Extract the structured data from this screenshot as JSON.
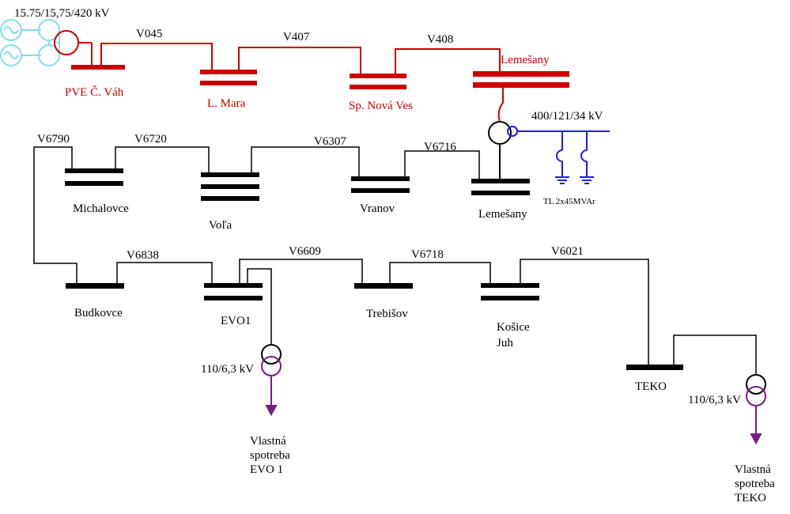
{
  "colors": {
    "hv_red": "#cc0000",
    "line_black": "#000000",
    "reactor_blue": "#1a1aff",
    "generator_cyan": "#88dde8",
    "station_purple": "#7a1a8a"
  },
  "labels": {
    "generator_voltage": "15.75/15,75/420 kV",
    "transformer_400": "400/121/34 kV",
    "reactors": "TL 2x45MVAr",
    "trafo_evo1": "110/6,3 kV",
    "trafo_teko": "110/6,3 kV"
  },
  "buses": {
    "pve": "PVE Č. Váh",
    "lmara": "L. Mara",
    "spnova": "Sp. Nová Ves",
    "lemesany400": "Lemešany",
    "michalovce": "Michalovce",
    "vola": "Voľa",
    "vranov": "Vranov",
    "lemesany110": "Lemešany",
    "budkovce": "Budkovce",
    "evo1": "EVO1",
    "trebisov": "Trebišov",
    "kosice_1": "Košice",
    "kosice_2": "Juh",
    "teko": "TEKO"
  },
  "lines": {
    "v045": "V045",
    "v407": "V407",
    "v408": "V408",
    "v6790": "V6790",
    "v6720": "V6720",
    "v6307": "V6307",
    "v6716": "V6716",
    "v6838": "V6838",
    "v6609": "V6609",
    "v6718": "V6718",
    "v6021": "V6021"
  },
  "loads": {
    "evo1": [
      "Vlastná",
      "spotreba",
      "EVO 1"
    ],
    "teko": [
      "Vlastná",
      "spotreba",
      "TEKO"
    ]
  }
}
